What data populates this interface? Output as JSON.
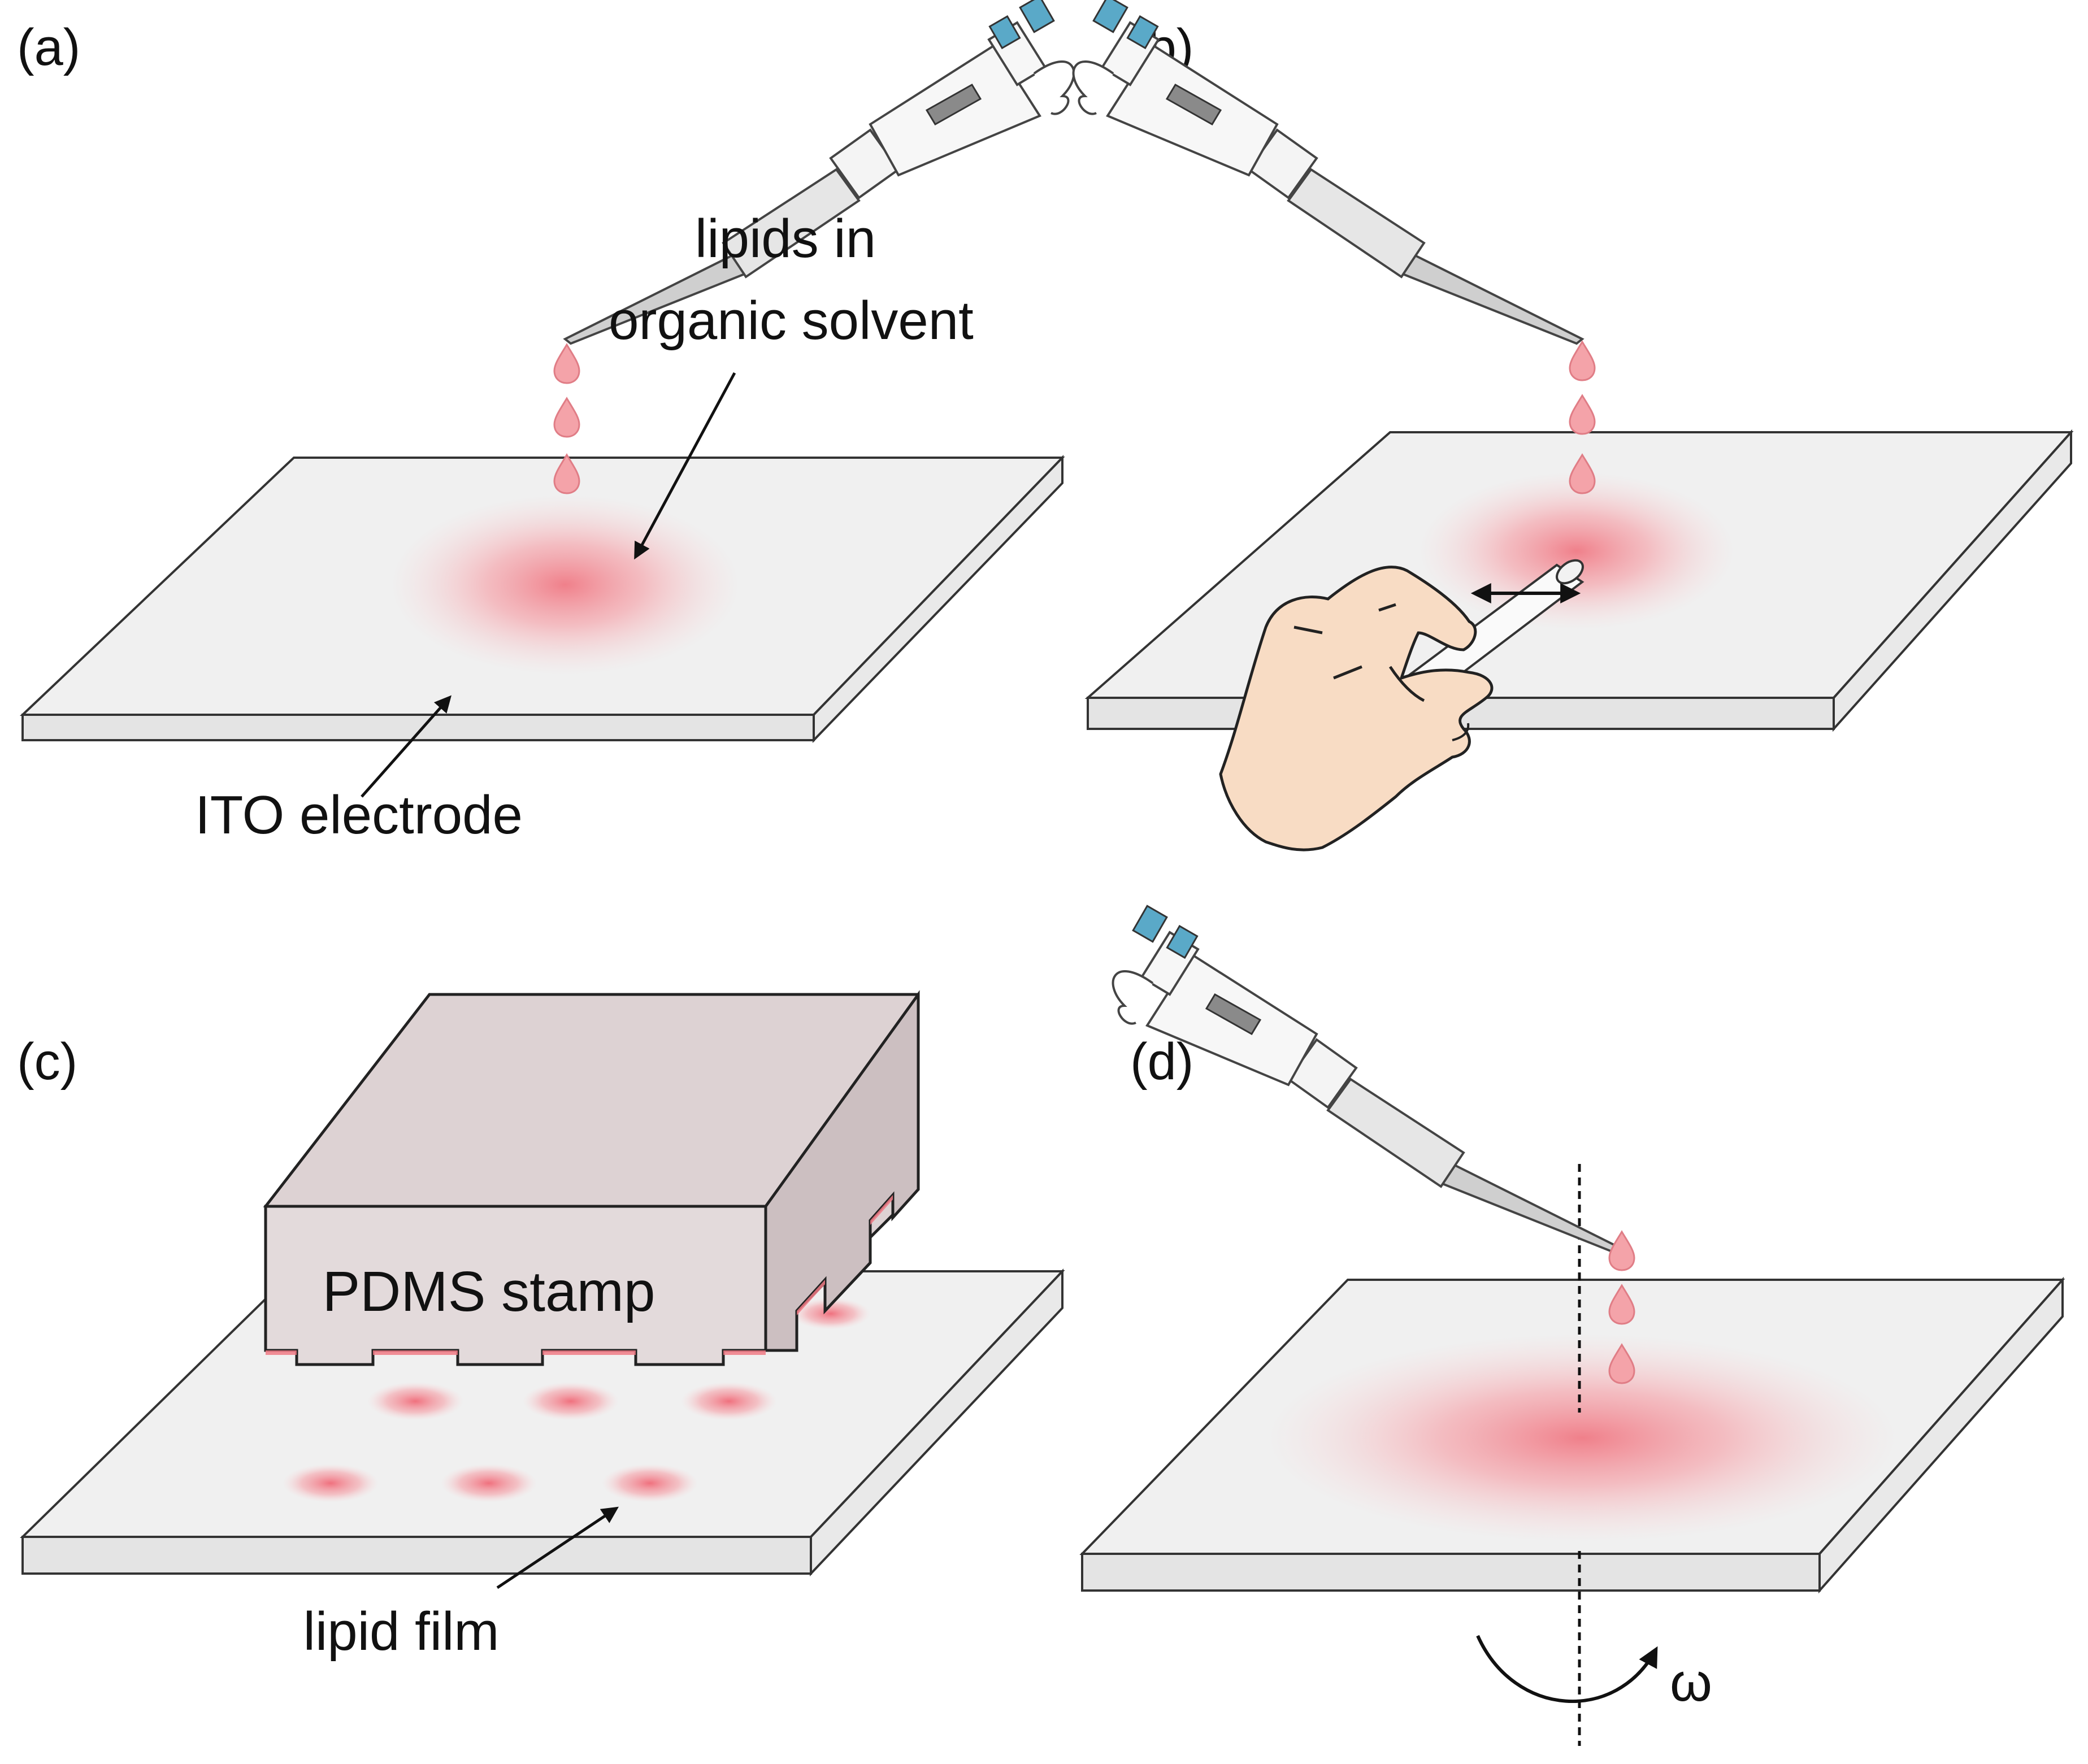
{
  "panels": {
    "a": {
      "label": "(a)",
      "callout_line1": "lipids in",
      "callout_line2": "organic solvent",
      "substrate_label": "ITO electrode"
    },
    "b": {
      "label": "(b)"
    },
    "c": {
      "label": "(c)",
      "stamp_label": "PDMS stamp",
      "film_label": "lipid film"
    },
    "d": {
      "label": "(d)",
      "rotation_symbol": "ω"
    }
  },
  "colors": {
    "substrate_top": "#f0f0f0",
    "substrate_edge": "#e2e2e2",
    "lipid": "#f07a85",
    "droplet": "#f4a3a9",
    "stamp": "#e3dadb",
    "pipette_accent": "#5aa9c8",
    "skin": "#f8dcc4",
    "outline": "#333333"
  },
  "icons": [
    "pipette-icon",
    "droplet-icon",
    "hand-icon",
    "glass-rod-icon",
    "double-arrow-icon",
    "rotation-arrow-icon"
  ]
}
